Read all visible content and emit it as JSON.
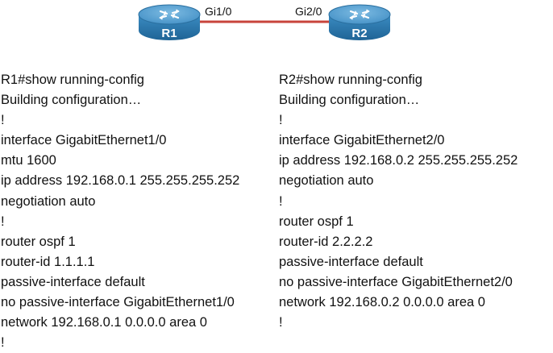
{
  "topology": {
    "routers": [
      {
        "name": "R1",
        "port": "Gi1/0"
      },
      {
        "name": "R2",
        "port": "Gi2/0"
      }
    ],
    "colors": {
      "router_body": "#2f7fb5",
      "router_top": "#5aa3d2",
      "link": "#c8443b"
    }
  },
  "configs": {
    "r1": [
      "R1#show running-config",
      "Building configuration…",
      "!",
      "interface GigabitEthernet1/0",
      "mtu 1600",
      "ip address 192.168.0.1 255.255.255.252",
      "negotiation auto",
      "!",
      "router ospf 1",
      "router-id 1.1.1.1",
      "passive-interface default",
      "no passive-interface GigabitEthernet1/0",
      "network 192.168.0.1 0.0.0.0 area 0",
      "!"
    ],
    "r2": [
      "R2#show running-config",
      "Building configuration…",
      "!",
      "interface GigabitEthernet2/0",
      "ip address 192.168.0.2 255.255.255.252",
      "negotiation auto",
      "!",
      "router ospf 1",
      "router-id 2.2.2.2",
      "passive-interface default",
      "no passive-interface GigabitEthernet2/0",
      "network 192.168.0.2 0.0.0.0 area 0",
      "!"
    ]
  }
}
